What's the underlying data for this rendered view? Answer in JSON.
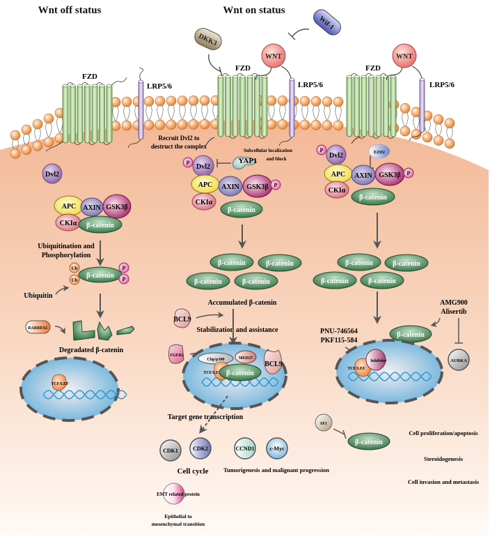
{
  "titles": {
    "off": "Wnt off status",
    "on": "Wnt on status"
  },
  "membrane": {
    "fzd": "FZD",
    "lrp": "LRP5/6",
    "wnt": "WNT",
    "dkk3": "DKK3",
    "wif1": "Wif-1"
  },
  "off_panel": {
    "dvl2": "Dvl2",
    "apc": "APC",
    "axin": "AXIN",
    "gsk3b": "GSK3β",
    "cki": "CKIα",
    "bcat": "β-catenin",
    "process_label_1": "Ubiquitination and",
    "process_label_2": "Phosphorylation",
    "ub": "Ub",
    "p": "P",
    "ubiquitin": "Ubiquitin",
    "rarres2": "RARRES2",
    "degraded": "Degradated β-catenin",
    "tcf": "TCF/LEF"
  },
  "on_panel": {
    "recruit_1": "Recruit Dvl2 to",
    "recruit_2": "destruct the complex",
    "subcellular_1": "Subcellular localization",
    "subcellular_2": "and block",
    "yap1": "YAP1",
    "p": "P",
    "dvl2": "Dvl2",
    "apc": "APC",
    "axin": "AXIN",
    "gsk3b": "GSK3β",
    "cki": "CKIα",
    "bcat": "β-catenin",
    "accumulated": "Accumulated β-catenin",
    "bcl9": "BCL9",
    "stabilization": "Stabilization and assistance",
    "fgfr2": "FGFR2",
    "cbp": "Cbp/p300",
    "med27": "MED27",
    "tcf": "TCF/LEF",
    "target": "Target gene transcription",
    "cdk1": "CDK1",
    "cdk2": "CDK2",
    "ccnd1": "CCND1",
    "cmyc": "c-Myc",
    "cell_cycle": "Cell cycle",
    "tumor": "Tumorigenesis and malignant progression",
    "emt": "EMT related protein",
    "emt_label_1": "Epithelial to",
    "emt_label_2": "mesenchymal transition"
  },
  "right_panel": {
    "p": "P",
    "dvl2": "Dvl2",
    "ezh2": "EZH2",
    "apc": "APC",
    "axin": "AXIN",
    "gsk3b": "GSK3β",
    "cki": "CKIα",
    "bcat": "β-catenin",
    "amg": "AMG900",
    "alisertib": "Alisertib",
    "aurka": "AURKA",
    "pnu": "PNU-746564",
    "pkf": "PKF115-584",
    "inhibitor": "Inhibitor",
    "tcf": "TCF/LEF",
    "sf1": "SF1",
    "outcome_1": "Cell proliferation/apoptosis",
    "outcome_2": "Steroidogenesis",
    "outcome_3": "Cell invasion and metastasis"
  }
}
